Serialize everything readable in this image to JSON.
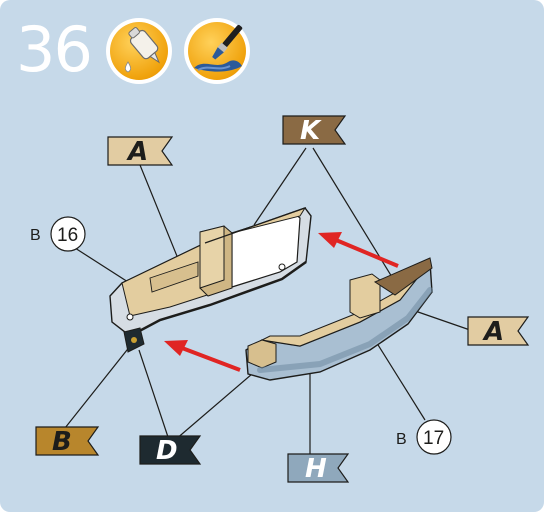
{
  "step": {
    "number": "36"
  },
  "icons": {
    "glue": "glue-bottle-icon",
    "paint": "paintbrush-icon"
  },
  "labels": {
    "A_top": "A",
    "K": "K",
    "A_right": "A",
    "B": "B",
    "D": "D",
    "H": "H"
  },
  "refs": {
    "left": {
      "prefix": "B",
      "number": "16"
    },
    "right": {
      "prefix": "B",
      "number": "17"
    }
  },
  "colors": {
    "background": "#c6d9e9",
    "flag_A": "#e2cca2",
    "flag_K": "#8a6a44",
    "flag_B": "#b8862c",
    "flag_D": "#1e2a30",
    "flag_H": "#8fa8bc",
    "arrow": "#e02523"
  }
}
